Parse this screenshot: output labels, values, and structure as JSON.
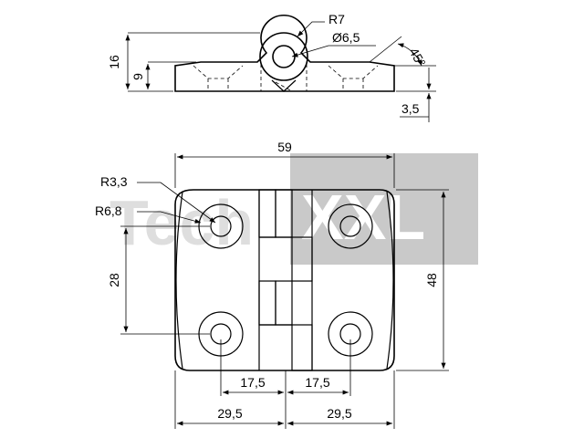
{
  "watermark": {
    "text_left": "Tech",
    "text_right": "XXL",
    "left_color": "#d9d9d9",
    "box_color": "#c9c9c9",
    "right_color": "#ffffff"
  },
  "labels": {
    "r7": "R7",
    "bore": "Ø6,5",
    "angle": "45°",
    "h16": "16",
    "h9": "9",
    "t35": "3,5",
    "w59": "59",
    "r33": "R3,3",
    "r68": "R6,8",
    "d28": "28",
    "d48": "48",
    "d175_left": "17,5",
    "d175_right": "17,5",
    "d295_left": "29,5",
    "d295_right": "29,5"
  }
}
